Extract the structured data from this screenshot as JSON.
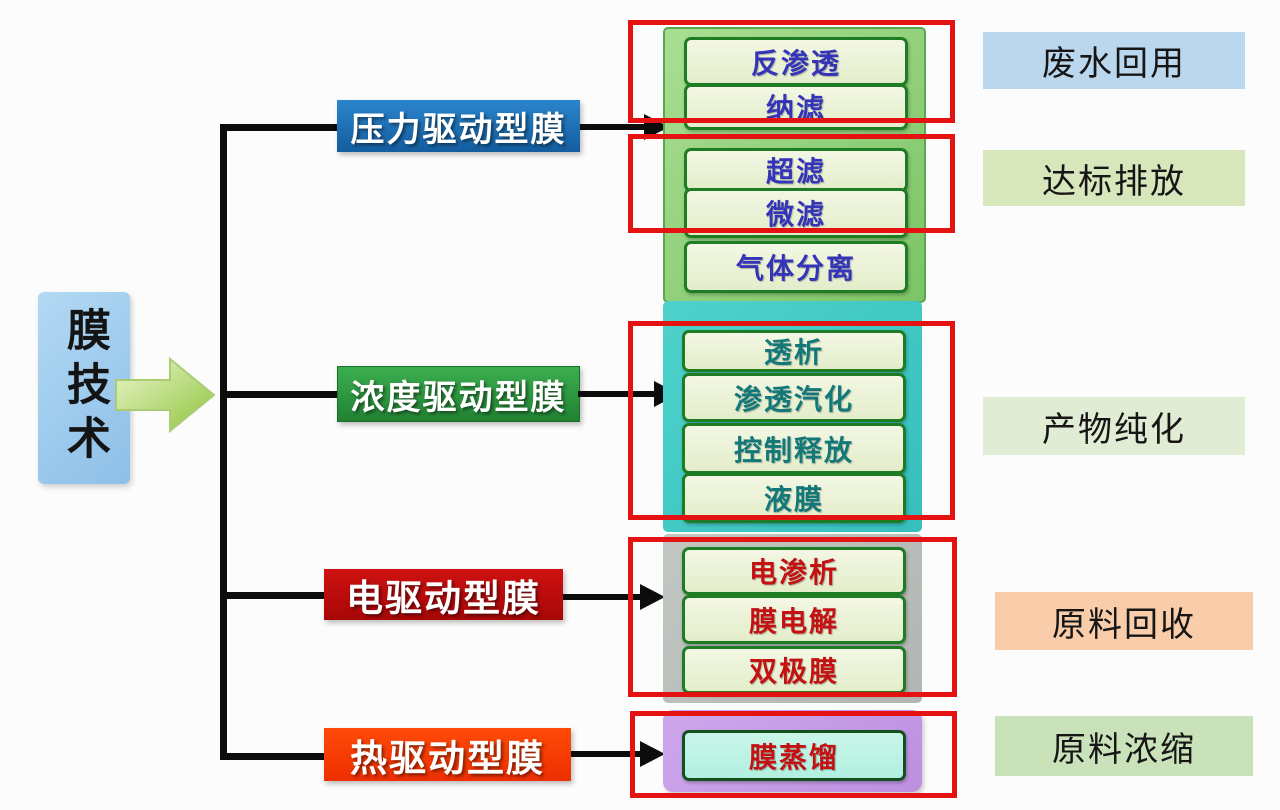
{
  "root": {
    "label": "膜技术"
  },
  "branches": {
    "pressure": {
      "label": "压力驱动型膜",
      "color": "#1a6cb4",
      "items": [
        "反渗透",
        "纳滤",
        "超滤",
        "微滤",
        "气体分离"
      ]
    },
    "concentration": {
      "label": "浓度驱动型膜",
      "color": "#2f9e41",
      "items": [
        "透析",
        "渗透汽化",
        "控制释放",
        "液膜"
      ]
    },
    "electric": {
      "label": "电驱动型膜",
      "color": "#c00d0d",
      "items": [
        "电渗析",
        "膜电解",
        "双极膜"
      ]
    },
    "thermal": {
      "label": "热驱动型膜",
      "color": "#fb3a02",
      "items": [
        "膜蒸馏"
      ]
    }
  },
  "outcomes": {
    "wastewater_reuse": {
      "label": "废水回用",
      "color": "#bad7ee"
    },
    "compliant_discharge": {
      "label": "达标排放",
      "color": "#d8e6bc"
    },
    "product_purification": {
      "label": "产物纯化",
      "color": "#e0ecd4"
    },
    "material_recovery": {
      "label": "原料回收",
      "color": "#f9cda9"
    },
    "material_concentration": {
      "label": "原料浓缩",
      "color": "#c9e2ba"
    }
  },
  "highlight_color": "#e51212"
}
